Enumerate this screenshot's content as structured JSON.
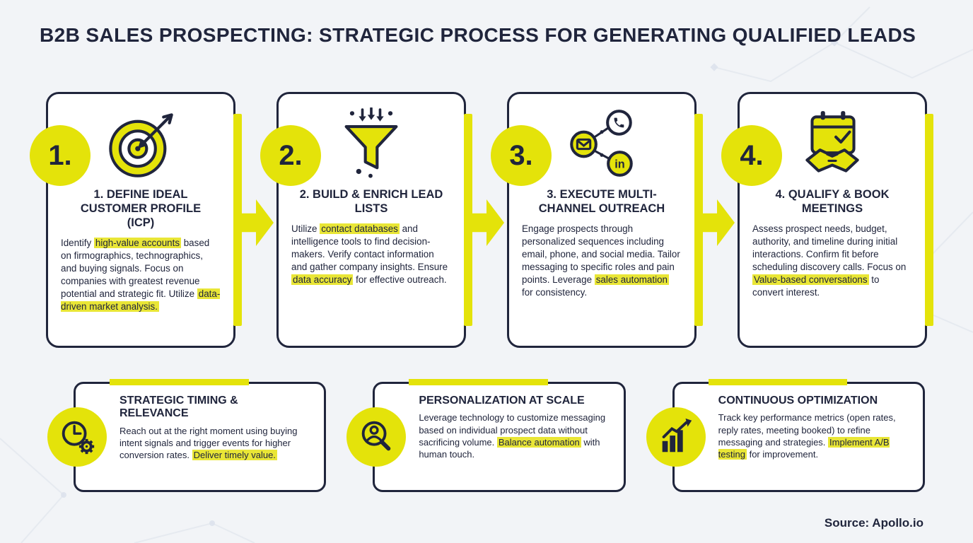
{
  "colors": {
    "accent": "#e4e30a",
    "highlight": "#e9e636",
    "dark": "#20253c",
    "bg": "#f2f4f7"
  },
  "title": {
    "strong": "B2B SALES PROSPECTING:",
    "rest": " STRATEGIC PROCESS FOR GENERATING QUALIFIED LEADS"
  },
  "steps": [
    {
      "number": "1.",
      "icon": "target-icon",
      "heading": "1. DEFINE IDEAL CUSTOMER PROFILE (ICP)",
      "body": [
        {
          "t": "Identify "
        },
        {
          "t": "high-value accounts",
          "h": true
        },
        {
          "t": " based on firmographics, technographics, and buying signals. Focus on companies with greatest revenue potential and strategic fit. Utilize "
        },
        {
          "t": "data-driven market analysis.",
          "h": true
        }
      ]
    },
    {
      "number": "2.",
      "icon": "funnel-icon",
      "heading": "2. BUILD & ENRICH LEAD LISTS",
      "body": [
        {
          "t": "Utilize "
        },
        {
          "t": "contact databases",
          "h": true
        },
        {
          "t": " and intelligence tools to find decision-makers. Verify contact information and gather company insights. Ensure "
        },
        {
          "t": "data accuracy",
          "h": true
        },
        {
          "t": " for effective outreach."
        }
      ]
    },
    {
      "number": "3.",
      "icon": "multichannel-icon",
      "heading": "3. EXECUTE MULTI-CHANNEL OUTREACH",
      "body": [
        {
          "t": "Engage prospects through personalized sequences including email, phone, and social media. Tailor messaging to specific roles and pain points. Leverage "
        },
        {
          "t": "sales automation",
          "h": true
        },
        {
          "t": " for consistency."
        }
      ]
    },
    {
      "number": "4.",
      "icon": "calendar-handshake-icon",
      "heading": "4. QUALIFY & BOOK MEETINGS",
      "body": [
        {
          "t": "Assess prospect needs, budget, authority, and timeline during initial interactions. Confirm fit before scheduling discovery calls. Focus on "
        },
        {
          "t": "Value-based conversations",
          "h": true
        },
        {
          "t": " to convert interest."
        }
      ]
    }
  ],
  "tips": [
    {
      "icon": "clock-gear-icon",
      "heading": "STRATEGIC TIMING & RELEVANCE",
      "body": [
        {
          "t": "Reach out at the right moment using buying intent signals and trigger events for higher conversion rates. "
        },
        {
          "t": "Deliver timely value.",
          "h": true
        }
      ]
    },
    {
      "icon": "person-search-icon",
      "heading": "PERSONALIZATION AT SCALE",
      "body": [
        {
          "t": "Leverage technology to customize messaging based on individual prospect data without sacrificing volume. "
        },
        {
          "t": "Balance automation",
          "h": true
        },
        {
          "t": " with human touch."
        }
      ]
    },
    {
      "icon": "growth-chart-icon",
      "heading": "CONTINUOUS OPTIMIZATION",
      "body": [
        {
          "t": "Track key performance metrics (open rates, reply rates, meeting booked) to refine messaging and strategies. "
        },
        {
          "t": "Implement A/B testing",
          "h": true
        },
        {
          "t": " for improvement."
        }
      ]
    }
  ],
  "source": "Source: Apollo.io"
}
